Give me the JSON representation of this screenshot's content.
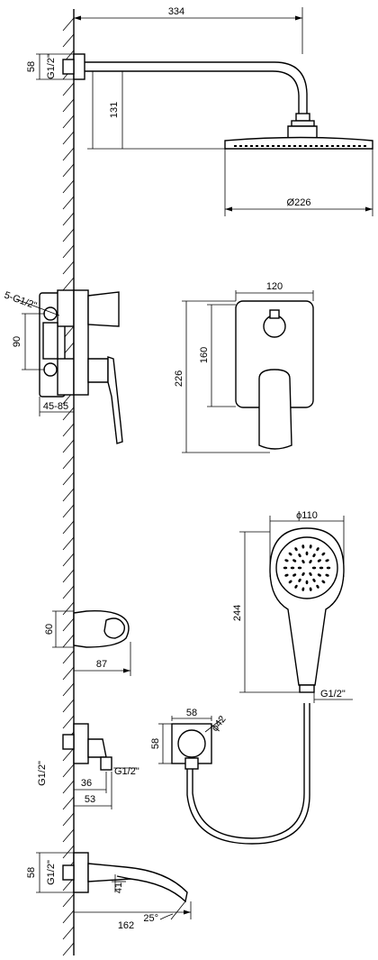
{
  "dimensions": {
    "arm_length": "334",
    "wall_flange_height": "58",
    "wall_thread": "G1/2\"",
    "arm_drop": "131",
    "head_diameter": "Ø226",
    "plate_width": "120",
    "plate_height": "226",
    "plate_inner_height": "160",
    "mixer_threads": "5-G1/2\"",
    "mixer_spacing": "90",
    "mixer_depth": "45-85",
    "hand_shower_diameter": "ϕ110",
    "hand_shower_length": "244",
    "hand_shower_thread": "G1/2\"",
    "holder_height": "60",
    "holder_depth": "87",
    "elbow_size": "58",
    "elbow_diameter": "ϕ42",
    "elbow_height": "58",
    "outlet_thread_left": "G1/2\"",
    "outlet_thread_right": "G1/2\"",
    "outlet_depth_a": "36",
    "outlet_depth_b": "53",
    "spout_height": "58",
    "spout_thread": "G1/2\"",
    "spout_outlet": "41",
    "spout_length": "162",
    "spout_angle": "25°"
  }
}
